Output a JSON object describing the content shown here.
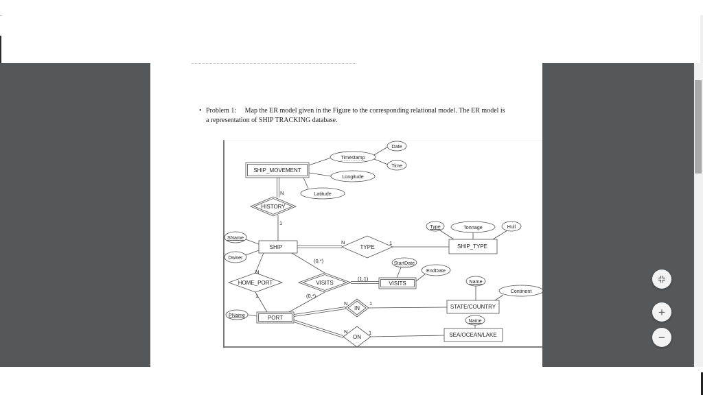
{
  "viewer": {
    "background_color": "#54585b",
    "scrollbar": {
      "thumb_color": "#a9a9a9",
      "track_color": "#f0f0f0"
    },
    "controls": {
      "fit_icon": "fit-to-page-icon",
      "zoom_in_icon": "plus-icon",
      "zoom_in_glyph": "+",
      "zoom_out_icon": "minus-icon",
      "zoom_out_glyph": "−"
    }
  },
  "document": {
    "bullet": "•",
    "problem_label": "Problem 1:",
    "problem_text_line1": "Map the ER model given in the Figure to the corresponding relational model.  The ER model is",
    "problem_text_line2": "a representation of SHIP TRACKING database."
  },
  "diagram": {
    "entities": {
      "ship_movement": "SHIP_MOVEMENT",
      "ship": "SHIP",
      "ship_type": "SHIP_TYPE",
      "visits": "VISITS",
      "port": "PORT",
      "state_country": "STATE/COUNTRY",
      "sea_ocean_lake": "SEA/OCEAN/LAKE"
    },
    "relationships": {
      "history": "HISTORY",
      "type": "TYPE",
      "home_port": "HOME_PORT",
      "visits": "VISITS",
      "in": "IN",
      "on": "ON"
    },
    "attributes": {
      "timestamp": "Timestamp",
      "date": "Date",
      "time": "Time",
      "longitude": "Longitude",
      "latitude": "Latitude",
      "sname": "SName",
      "owner": "Owner",
      "type": "Type",
      "tonnage": "Tonnage",
      "hull": "Hull",
      "startdate": "StartDate",
      "enddate": "EndDate",
      "pname": "PName",
      "state_name": "Name",
      "continent": "Continent",
      "sea_name": "Name"
    },
    "cardinalities": {
      "history_n": "N",
      "history_1": "1",
      "type_n": "N",
      "type_1": "1",
      "home_port_n": "N",
      "home_port_1": "1",
      "visits_ship": "(0,*)",
      "visits_port": "(0,*)",
      "visits_entity": "(1,1)",
      "in_n": "N",
      "in_1": "1",
      "on_n": "N",
      "on_1": "1"
    }
  }
}
